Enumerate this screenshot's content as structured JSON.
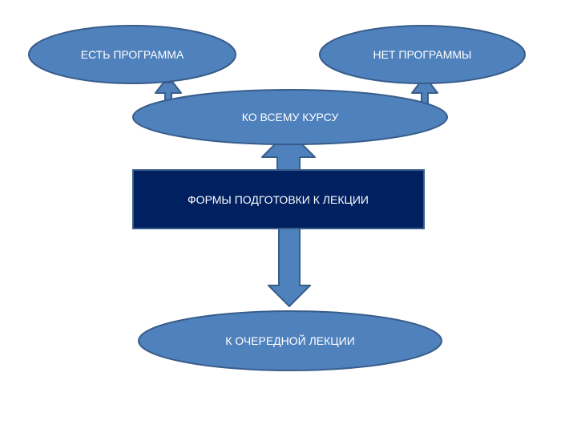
{
  "diagram": {
    "nodes": {
      "has_program": "ЕСТЬ ПРОГРАММА",
      "no_program": "НЕТ ПРОГРАММЫ",
      "whole_course": "КО ВСЕМУ КУРСУ",
      "lecture_prep_forms": "ФОРМЫ ПОДГОТОВКИ К ЛЕКЦИИ",
      "next_lecture": "К ОЧЕРЕДНОЙ ЛЕКЦИИ"
    },
    "colors": {
      "ellipse_fill": "#4f81bd",
      "ellipse_stroke": "#385d8a",
      "box_fill": "#002060",
      "box_stroke": "#385d8a",
      "text": "#ffffff",
      "background": "#ffffff"
    }
  }
}
